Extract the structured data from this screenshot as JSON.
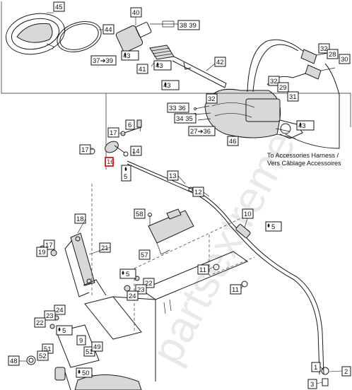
{
  "watermark": "partsextreme",
  "accessories_note": {
    "line1": "To Accessories Harness /",
    "line2": "Vers Câblage Accessoires"
  },
  "callouts": {
    "c45": "45",
    "c44": "44",
    "c40": "40",
    "c3839": "38 39",
    "c37_39": "37➔39",
    "c43a": "43",
    "c41": "41",
    "c43b": "43",
    "c42": "42",
    "c43c": "43",
    "c32a": "32",
    "c28": "28",
    "c30": "30",
    "c32b": "32",
    "c29": "29",
    "c31": "31",
    "c3336": "33 36",
    "c3435": "34 35",
    "c32c": "32",
    "c27_36": "27➔36",
    "c46": "46",
    "c43d": "43",
    "c17a": "17",
    "c6": "6",
    "c17b": "17",
    "c14": "14",
    "c16": "16",
    "c5a": "5",
    "c13": "13",
    "c12": "12",
    "c58": "58",
    "c10": "10",
    "c5b": "5",
    "c18": "18",
    "c17c": "17",
    "c19": "19",
    "c21": "21",
    "c57": "57",
    "c11a": "11",
    "c11b": "11",
    "c5c": "5",
    "c22a": "22",
    "c23a": "23",
    "c24a": "24",
    "c24b": "24",
    "c23b": "23",
    "c22b": "22",
    "c5d": "5",
    "c9": "9",
    "c51a": "51",
    "c52": "52",
    "c51b": "51",
    "c49": "49",
    "c48": "48",
    "c50": "50",
    "c1": "1",
    "c2": "2",
    "c3": "3"
  },
  "colors": {
    "highlight": "#d40000",
    "watermark": "#dcdcdc"
  }
}
